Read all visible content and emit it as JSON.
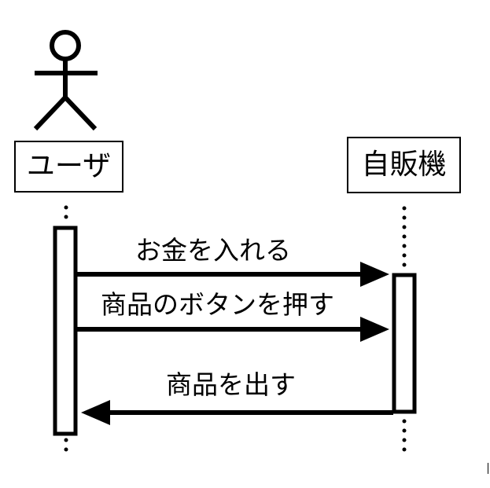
{
  "participants": {
    "user": {
      "label": "ユーザ"
    },
    "machine": {
      "label": "自販機"
    }
  },
  "messages": [
    {
      "from": "user",
      "to": "machine",
      "label": "お金を入れる"
    },
    {
      "from": "user",
      "to": "machine",
      "label": "商品のボタンを押す"
    },
    {
      "from": "machine",
      "to": "user",
      "label": "商品を出す"
    }
  ],
  "icons": {
    "actor": "stick-figure-icon"
  },
  "colors": {
    "line": "#000000",
    "background": "#ffffff"
  }
}
